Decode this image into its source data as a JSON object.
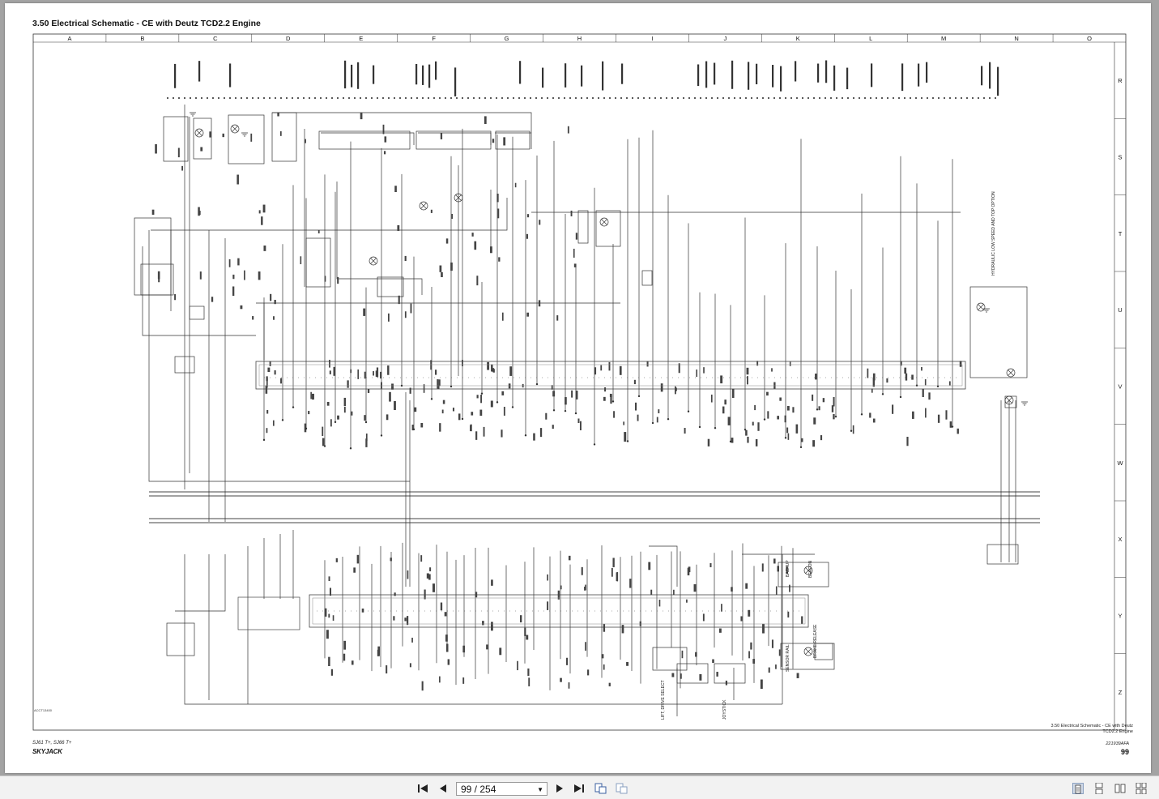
{
  "document": {
    "title": "3.50 Electrical Schematic - CE with Deutz TCD2.2 Engine",
    "columns": [
      "A",
      "B",
      "C",
      "D",
      "E",
      "F",
      "G",
      "H",
      "I",
      "J",
      "K",
      "L",
      "M",
      "N",
      "O"
    ],
    "rows": [
      "R",
      "S",
      "T",
      "U",
      "V",
      "W",
      "X",
      "Y",
      "Z"
    ],
    "drawing_code": "ACCT13400",
    "footer_models": "SJ61 T+, SJ66 T+",
    "footer_brand": "SKYJACK",
    "footer_caption_line1": "3.50  Electrical Schematic - CE with Deutz",
    "footer_caption_line2": "TCD2.2 Engine",
    "footer_code": "221939AFA",
    "page_number": "99",
    "callouts": [
      "HYDRAULIC LOW SPEED AND TOP OPTION",
      "BACKUP",
      "BEACON",
      "BRAKE RELEASE",
      "SENSOR RAIL",
      "LIFT, DRIVE SELECT",
      "JOYSTICK"
    ]
  },
  "toolbar": {
    "page_display": "99 / 254",
    "icons": {
      "first": "first-page-icon",
      "prev": "previous-page-icon",
      "next": "next-page-icon",
      "last": "last-page-icon",
      "rotate_ccw": "rotate-ccw-icon",
      "rotate_cw": "rotate-cw-icon",
      "single": "single-page-view-icon",
      "continuous": "continuous-view-icon",
      "facing": "facing-view-icon",
      "book": "book-view-icon"
    }
  },
  "colors": {
    "toolbar_bg": "#f2f2f2",
    "viewer_bg": "#a3a3a3",
    "ink": "#222222",
    "active_view": "#cfd8e6"
  }
}
